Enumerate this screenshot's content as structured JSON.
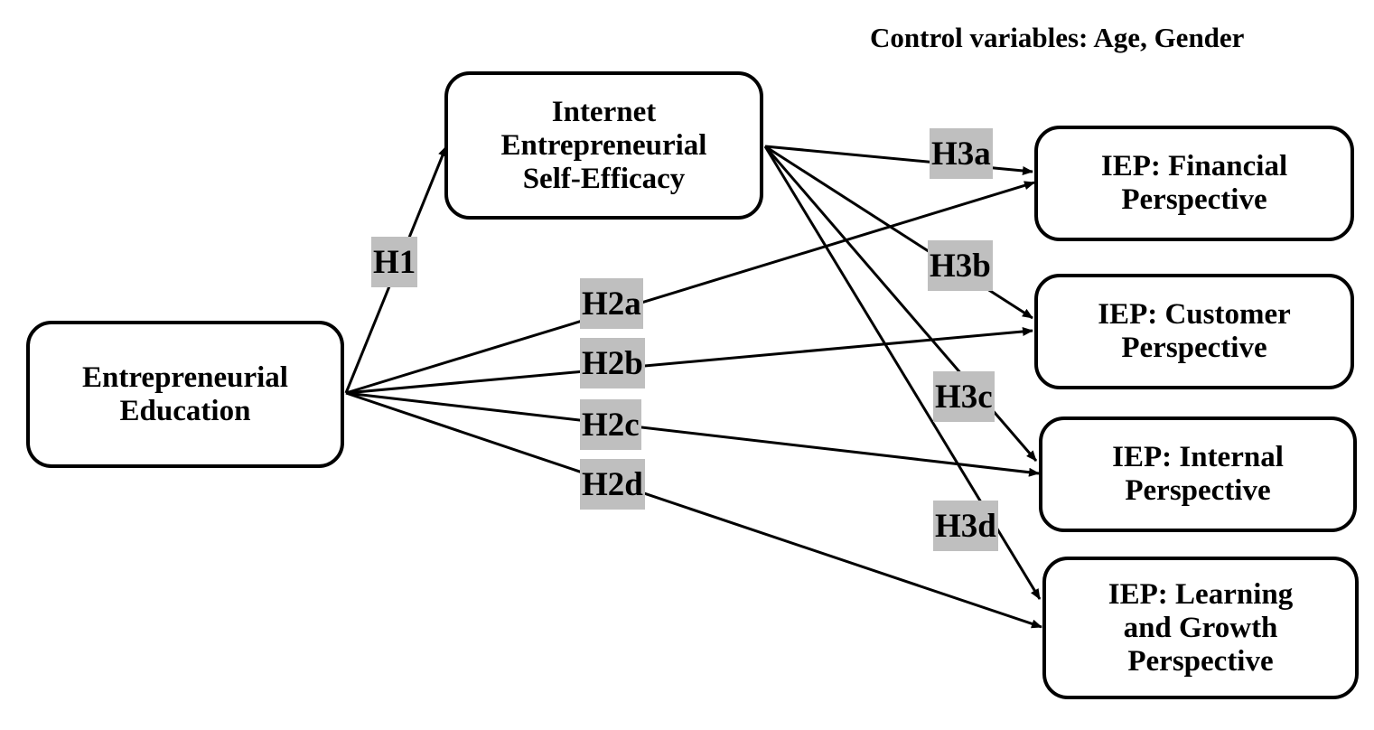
{
  "control_note": "Control variables: Age, Gender",
  "colors": {
    "line": "#000000",
    "label_bg": "#bfbfbf",
    "box_border": "#000000",
    "box_fill": "#ffffff"
  },
  "nodes": {
    "ee": {
      "lines": [
        "Entrepreneurial",
        "Education"
      ]
    },
    "iese": {
      "lines": [
        "Internet",
        "Entrepreneurial",
        "Self-Efficacy"
      ]
    },
    "fin": {
      "lines": [
        "IEP: Financial",
        "Perspective"
      ]
    },
    "cus": {
      "lines": [
        "IEP: Customer",
        "Perspective"
      ]
    },
    "int": {
      "lines": [
        "IEP: Internal",
        "Perspective"
      ]
    },
    "lg": {
      "lines": [
        "IEP: Learning",
        "and Growth",
        "Perspective"
      ]
    }
  },
  "edges": [
    {
      "from": "ee",
      "to": "iese",
      "label": "H1"
    },
    {
      "from": "ee",
      "to": "fin",
      "label": "H2a"
    },
    {
      "from": "ee",
      "to": "cus",
      "label": "H2b"
    },
    {
      "from": "ee",
      "to": "int",
      "label": "H2c"
    },
    {
      "from": "ee",
      "to": "lg",
      "label": "H2d"
    },
    {
      "from": "iese",
      "to": "fin",
      "label": "H3a"
    },
    {
      "from": "iese",
      "to": "cus",
      "label": "H3b"
    },
    {
      "from": "iese",
      "to": "int",
      "label": "H3c"
    },
    {
      "from": "iese",
      "to": "lg",
      "label": "H3d"
    }
  ]
}
